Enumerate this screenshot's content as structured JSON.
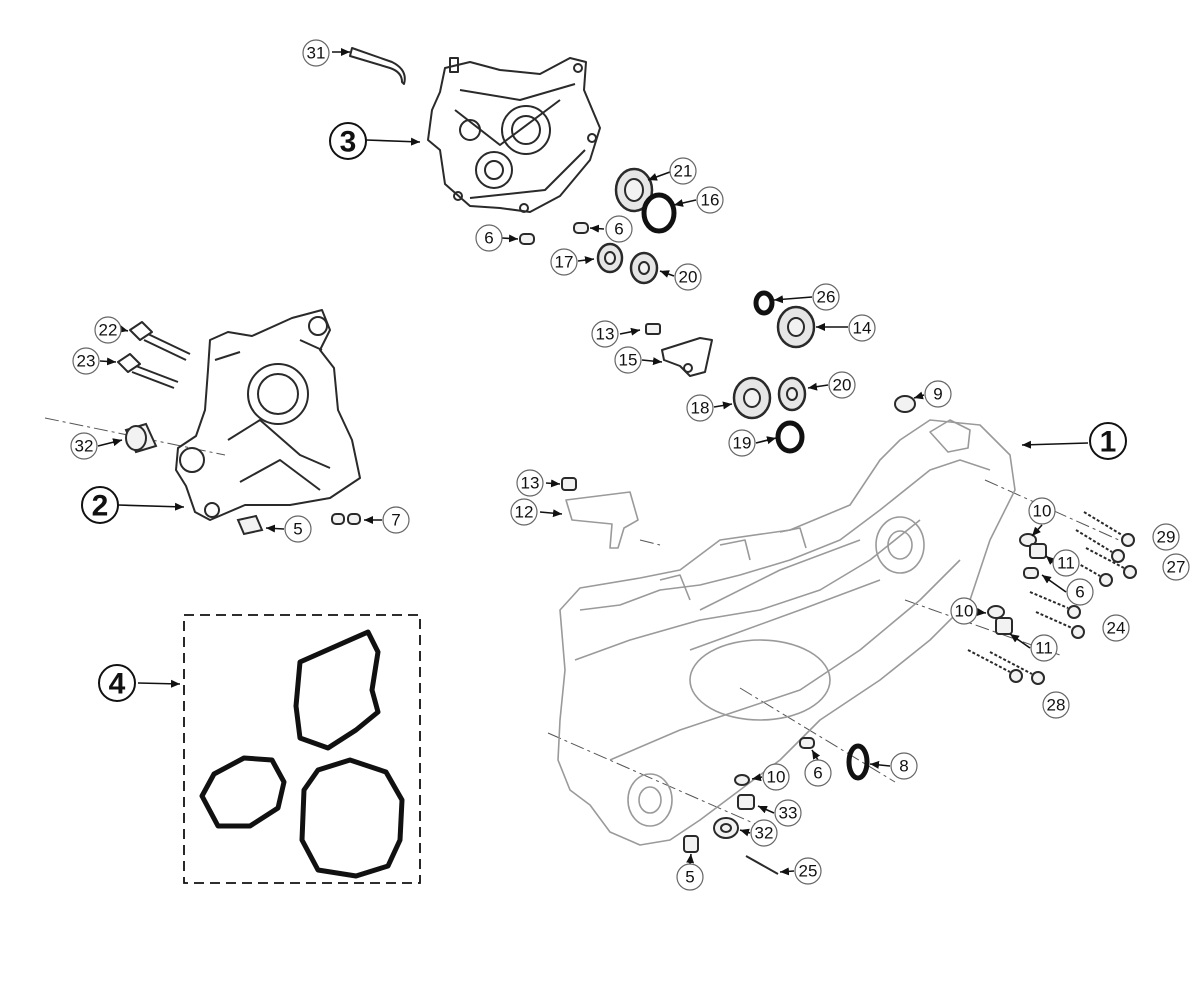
{
  "diagram": {
    "main_labels": [
      "1",
      "2",
      "3",
      "4"
    ],
    "callouts": [
      "31",
      "21",
      "16",
      "6",
      "6",
      "17",
      "20",
      "26",
      "14",
      "13",
      "15",
      "18",
      "20",
      "9",
      "19",
      "22",
      "23",
      "32",
      "5",
      "7",
      "13",
      "12",
      "10",
      "29",
      "11",
      "27",
      "6",
      "10",
      "24",
      "11",
      "28",
      "8",
      "6",
      "10",
      "33",
      "32",
      "25",
      "5"
    ]
  }
}
